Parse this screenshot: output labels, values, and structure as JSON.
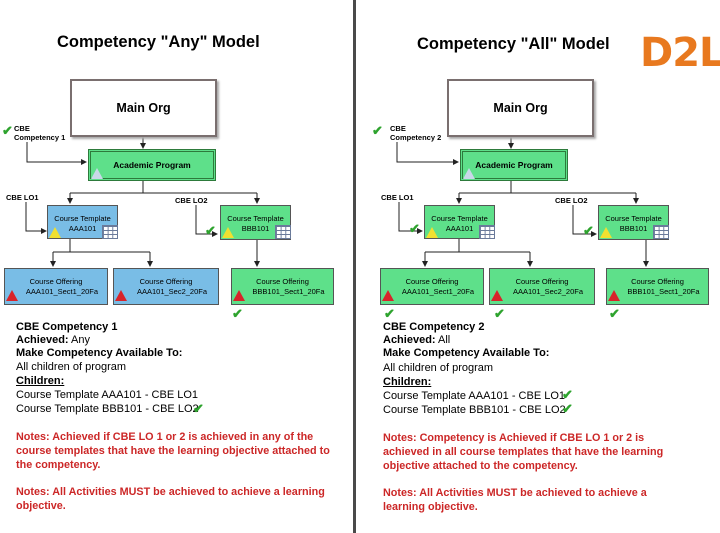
{
  "left": {
    "title": "Competency \"Any\" Model",
    "main_org": "Main Org",
    "competency_label": "CBE\nCompetency 1",
    "program": "Academic Program",
    "lo1": "CBE LO1",
    "lo2": "CBE LO2",
    "template_a": {
      "line1": "Course Template",
      "line2": "AAA101"
    },
    "template_b": {
      "line1": "Course Template",
      "line2": "BBB101"
    },
    "off1": {
      "line1": "Course Offering",
      "line2": "AAA101_Sect1_20Fa"
    },
    "off2": {
      "line1": "Course Offering",
      "line2": "AAA101_Sec2_20Fa"
    },
    "off3": {
      "line1": "Course  Offering",
      "line2": "BBB101_Sect1_20Fa"
    },
    "info_title": "CBE Competency 1",
    "achieved_label": "Achieved:",
    "achieved_value": "Any",
    "available_label": "Make Competency Available To:",
    "available_value": "All children of program",
    "children_label": "Children:",
    "child1": "Course Template AAA101 - CBE LO1",
    "child2": "Course Template BBB101 - CBE LO2",
    "note1": "Notes: Achieved if CBE LO 1 or 2 is achieved in any of the course templates that have the learning objective attached to the competency.",
    "note2": "Notes: All Activities MUST be achieved to achieve a learning objective."
  },
  "right": {
    "title": "Competency \"All\" Model",
    "main_org": "Main Org",
    "competency_label": "CBE\nCompetency 2",
    "program": "Academic Program",
    "lo1": "CBE LO1",
    "lo2": "CBE LO2",
    "template_a": {
      "line1": "Course Template",
      "line2": "AAA101"
    },
    "template_b": {
      "line1": "Course Template",
      "line2": "BBB101"
    },
    "off1": {
      "line1": "Course Offering",
      "line2": "AAA101_Sect1_20Fa"
    },
    "off2": {
      "line1": "Course Offering",
      "line2": "AAA101_Sec2_20Fa"
    },
    "off3": {
      "line1": "Course  Offering",
      "line2": "BBB101_Sect1_20Fa"
    },
    "info_title": "CBE Competency 2",
    "achieved_label": "Achieved:",
    "achieved_value": "All",
    "available_label": "Make Competency Available To:",
    "available_value": "All children of program",
    "children_label": "Children:",
    "child1": "Course Template AAA101 - CBE LO1",
    "child2": "Course Template BBB101 - CBE LO2",
    "note1": "Notes: Competency is Achieved if CBE LO 1 or 2 is achieved in all course templates that have the learning objective attached to the competency.",
    "note2": "Notes: All Activities MUST be achieved to achieve a learning objective."
  },
  "logo": "D2L",
  "colors": {
    "achieved_green": "#5ee08a",
    "unachieved_blue": "#79bde6",
    "note_red": "#cc2727",
    "logo_orange": "#e8791f",
    "check_green": "#2ea32e"
  },
  "icons": {
    "check": "check-icon",
    "pyramid": "pyramid-icon",
    "grid": "grid-icon"
  }
}
